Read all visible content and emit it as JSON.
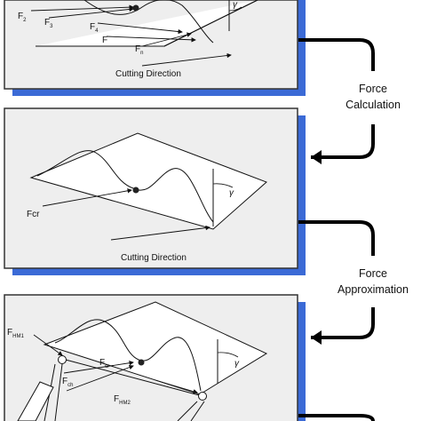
{
  "panel1": {
    "forces": {
      "f2": {
        "main": "F",
        "sub": "2"
      },
      "f3": {
        "main": "F",
        "sub": "3"
      },
      "f4": {
        "main": "F",
        "sub": "4"
      },
      "f": {
        "main": "F",
        "sub": ""
      },
      "fn": {
        "main": "F",
        "sub": "n"
      }
    },
    "gamma": "γ",
    "direction_label": "Cutting Direction"
  },
  "panel2": {
    "fcr_label": "Fcr",
    "gamma": "γ",
    "direction_label": "Cutting Direction"
  },
  "panel3": {
    "fhm1": {
      "main": "F",
      "sub": "HM1"
    },
    "fcr": {
      "main": "F",
      "sub": "cr"
    },
    "fch": {
      "main": "F",
      "sub": "ch"
    },
    "fhm2": {
      "main": "F",
      "sub": "HM2"
    },
    "gamma": "γ"
  },
  "steps": {
    "step1": {
      "line1": "Force",
      "line2": "Calculation"
    },
    "step2": {
      "line1": "Force",
      "line2": "Approximation"
    }
  },
  "colors": {
    "panel_fill": "#eeeeee",
    "panel_border": "#333333",
    "shadow": "#3b6ad6",
    "arrow": "#000000"
  }
}
